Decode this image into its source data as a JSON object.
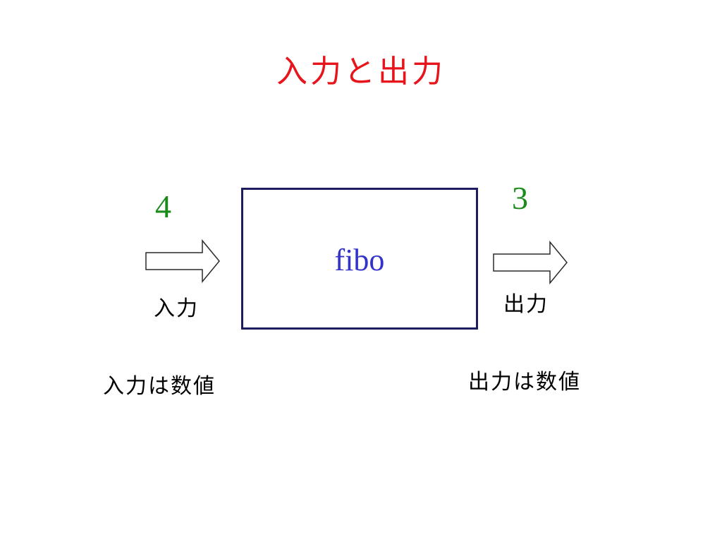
{
  "title": "入力と出力",
  "function_box": {
    "label": "fibo"
  },
  "input": {
    "value": "4",
    "label": "入力",
    "note": "入力は数値"
  },
  "output": {
    "value": "3",
    "label": "出力",
    "note": "出力は数値"
  },
  "colors": {
    "title": "#e8141c",
    "numbers": "#1a8a1a",
    "box_border": "#1c1c5e",
    "box_label": "#3333cc",
    "arrow_stroke": "#2a2a2a"
  },
  "icons": {
    "input_arrow": "right-arrow-outline-icon",
    "output_arrow": "right-arrow-outline-icon"
  }
}
